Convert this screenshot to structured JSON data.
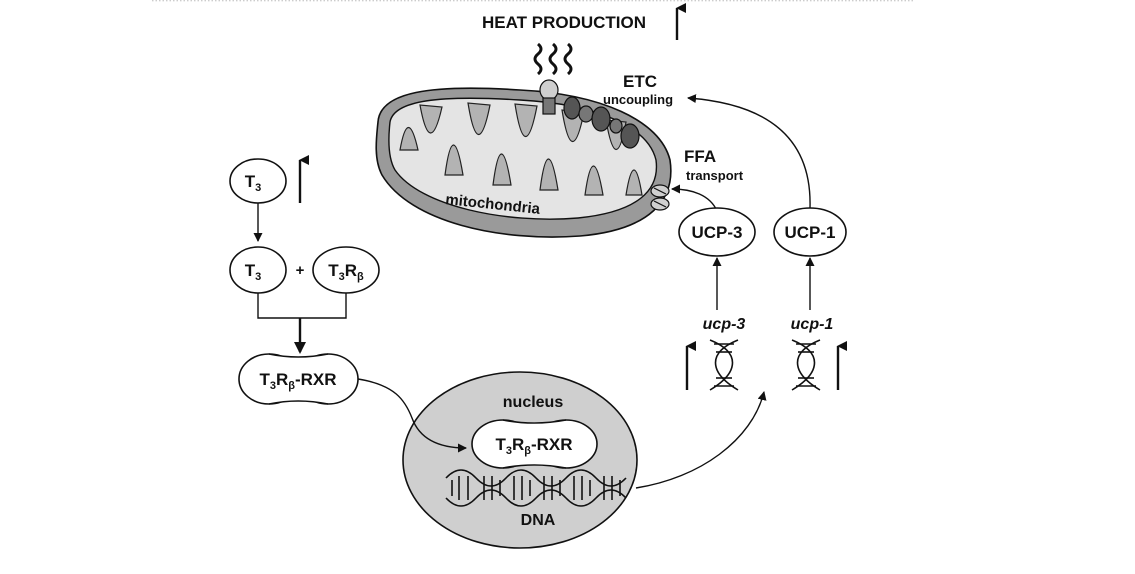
{
  "heat_production": "HEAT PRODUCTION",
  "etc": {
    "title": "ETC",
    "subtitle": "uncoupling"
  },
  "ffa": {
    "title": "FFA",
    "subtitle": "transport"
  },
  "mitochondria": "mitochondria",
  "t3_top": {
    "main": "T",
    "sub": "3"
  },
  "t3_mid": {
    "main": "T",
    "sub": "3"
  },
  "plus": "+",
  "t3rb": {
    "t": "T",
    "s3": "3",
    "r": "R",
    "sb": "β"
  },
  "complex_left": {
    "t": "T",
    "s3": "3",
    "r": "R",
    "sb": "β",
    "suffix": "-RXR"
  },
  "complex_nucleus": {
    "t": "T",
    "s3": "3",
    "r": "R",
    "sb": "β",
    "suffix": "-RXR"
  },
  "nucleus": "nucleus",
  "dna": "DNA",
  "ucp3_protein": "UCP-3",
  "ucp1_protein": "UCP-1",
  "ucp3_gene": "ucp-3",
  "ucp1_gene": "ucp-1",
  "colors": {
    "line": "#111111",
    "nucleus_fill": "#cfcfcf",
    "mito_outer": "#9a9a9a",
    "mito_inner": "#e2e2e2",
    "cristae": "#b0b0b0",
    "protein_dark": "#555555"
  }
}
